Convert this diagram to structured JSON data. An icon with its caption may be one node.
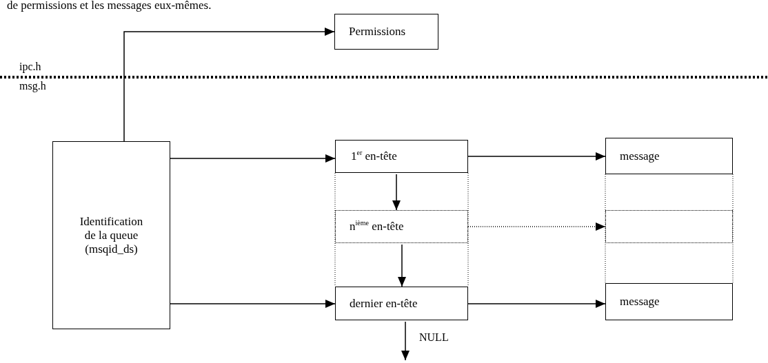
{
  "diagram": {
    "nodes": [
      {
        "text": [
          "Permissions"
        ]
      },
      {
        "text": [
          "Identification de la queue (msqid_ds)"
        ]
      },
      {
        "text": [
          "1$^{er}$ en-tête"
        ]
      },
      {
        "text": [
          "n$^{ième}$ en-tête"
        ]
      },
      {
        "text": [
          "dernier en-tête"
        ]
      },
      {
        "text": [
          "message"
        ]
      },
      {
        "text": [],
        "shape": "box"
      },
      {
        "text": [
          "message"
        ]
      }
    ],
    "edges": [
      {
        "from": 1,
        "to": 0,
        "arrow": "to"
      },
      {
        "from": 1,
        "to": 2,
        "arrow": "to"
      },
      {
        "from": 1,
        "to": 4,
        "arrow": "to"
      },
      {
        "from": 2,
        "to": 5,
        "arrow": "to"
      },
      {
        "from": 2,
        "to": 3,
        "arrow": "to"
      },
      {
        "from": 3,
        "to": 6,
        "arrow": "to",
        "style": "dashed"
      },
      {
        "from": 3,
        "to": 4,
        "arrow": "to"
      },
      {
        "from": 4,
        "to": 7,
        "arrow": "to"
      },
      {
        "from": 4,
        "to": null,
        "arrow": "to",
        "label": "NULL"
      }
    ],
    "labels": [
      "de permissions et les messages eux-mêmes.",
      "ipc.h",
      "msg.h"
    ]
  }
}
